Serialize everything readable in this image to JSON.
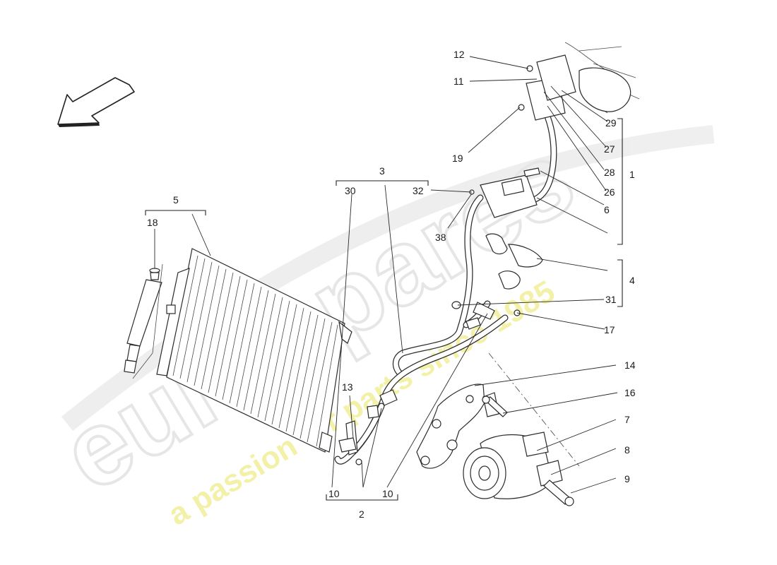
{
  "watermark": {
    "brand": "eurospares",
    "tagline": "a passion for parts since 1985"
  },
  "callouts": [
    {
      "id": "c12",
      "label": "12"
    },
    {
      "id": "c11",
      "label": "11"
    },
    {
      "id": "c19",
      "label": "19"
    },
    {
      "id": "c29",
      "label": "29"
    },
    {
      "id": "c27",
      "label": "27"
    },
    {
      "id": "c28",
      "label": "28"
    },
    {
      "id": "c26",
      "label": "26"
    },
    {
      "id": "c1",
      "label": "1"
    },
    {
      "id": "c6",
      "label": "6"
    },
    {
      "id": "c3",
      "label": "3"
    },
    {
      "id": "c30",
      "label": "30"
    },
    {
      "id": "c32",
      "label": "32"
    },
    {
      "id": "c5",
      "label": "5"
    },
    {
      "id": "c18",
      "label": "18"
    },
    {
      "id": "c38",
      "label": "38"
    },
    {
      "id": "c4",
      "label": "4"
    },
    {
      "id": "c31",
      "label": "31"
    },
    {
      "id": "c17",
      "label": "17"
    },
    {
      "id": "c14",
      "label": "14"
    },
    {
      "id": "c13",
      "label": "13"
    },
    {
      "id": "c16",
      "label": "16"
    },
    {
      "id": "c7",
      "label": "7"
    },
    {
      "id": "c8",
      "label": "8"
    },
    {
      "id": "c9",
      "label": "9"
    },
    {
      "id": "c10a",
      "label": "10"
    },
    {
      "id": "c10b",
      "label": "10"
    },
    {
      "id": "c2",
      "label": "2"
    }
  ],
  "colors": {
    "line": "#2b2b2b",
    "watermark_gray": "#e6e6e6",
    "watermark_yellow": "#f2ef9a"
  }
}
